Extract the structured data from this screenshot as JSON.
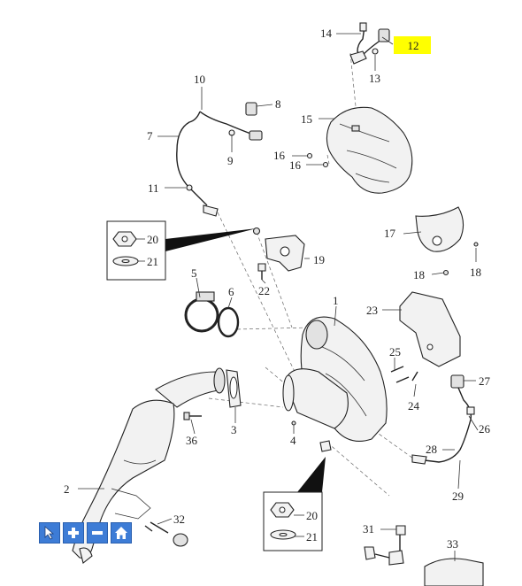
{
  "callouts": {
    "c1": "1",
    "c2": "2",
    "c3": "3",
    "c4": "4",
    "c5": "5",
    "c6": "6",
    "c7": "7",
    "c8": "8",
    "c9": "9",
    "c10": "10",
    "c11": "11",
    "c12": "12",
    "c13": "13",
    "c14": "14",
    "c15": "15",
    "c16a": "16",
    "c16b": "16",
    "c17": "17",
    "c18a": "18",
    "c18b": "18",
    "c19": "19",
    "c20a": "20",
    "c21a": "21",
    "c20b": "20",
    "c21b": "21",
    "c22": "22",
    "c23": "23",
    "c24": "24",
    "c25": "25",
    "c26": "26",
    "c27": "27",
    "c28": "28",
    "c29": "29",
    "c31": "31",
    "c32": "32",
    "c33": "33",
    "c36": "36"
  },
  "highlighted_callout": "12",
  "colors": {
    "highlight": "#ffff00",
    "toolbar_button": "#3d7cd6"
  },
  "toolbar": {
    "buttons": [
      {
        "id": "pointer",
        "icon": "cursor-arrow-icon"
      },
      {
        "id": "zoom-in",
        "icon": "plus-icon"
      },
      {
        "id": "zoom-out",
        "icon": "minus-icon"
      },
      {
        "id": "home",
        "icon": "home-icon"
      }
    ]
  }
}
